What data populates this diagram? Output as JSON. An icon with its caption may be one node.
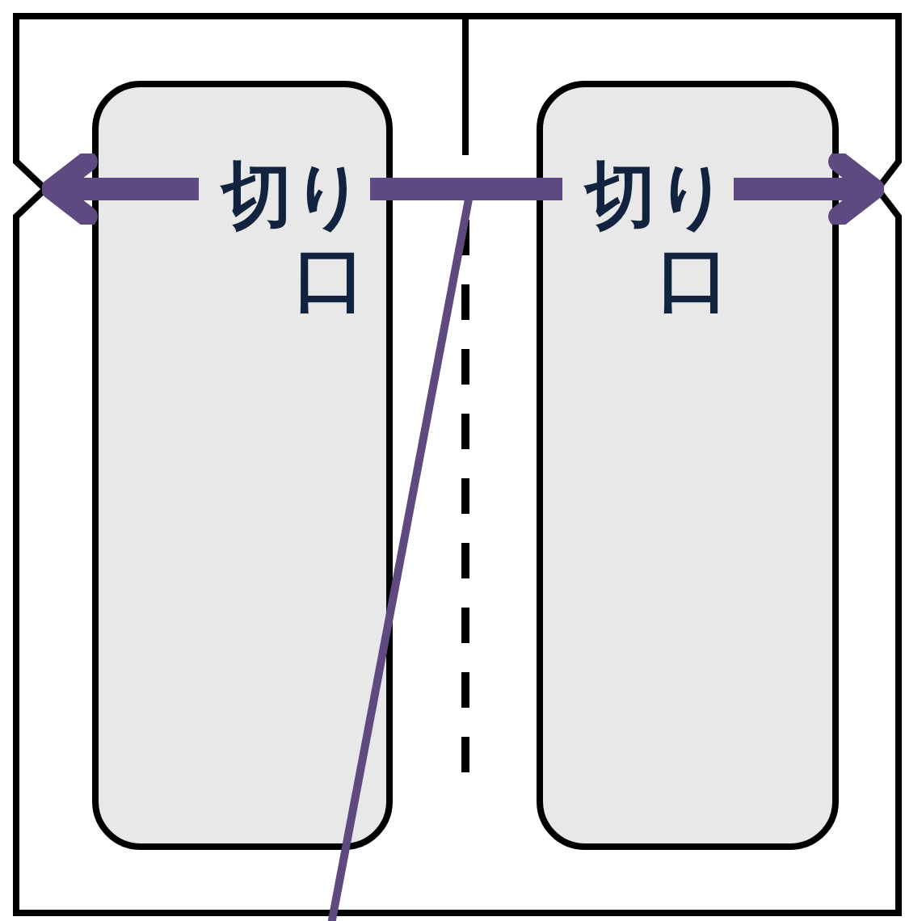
{
  "diagram": {
    "nodes": [
      {
        "text": [],
        "shape": "box"
      },
      {
        "text": [],
        "shape": "box"
      },
      {
        "text": [
          "切り口"
        ],
        "in": 0
      },
      {
        "text": [
          "切り口"
        ],
        "in": 1
      }
    ],
    "edges": [
      {
        "from": 2,
        "to": null,
        "arrow": "to"
      },
      {
        "from": 3,
        "to": null,
        "arrow": "to"
      },
      {
        "from": 2,
        "to": 3,
        "arrow": "none"
      }
    ]
  }
}
